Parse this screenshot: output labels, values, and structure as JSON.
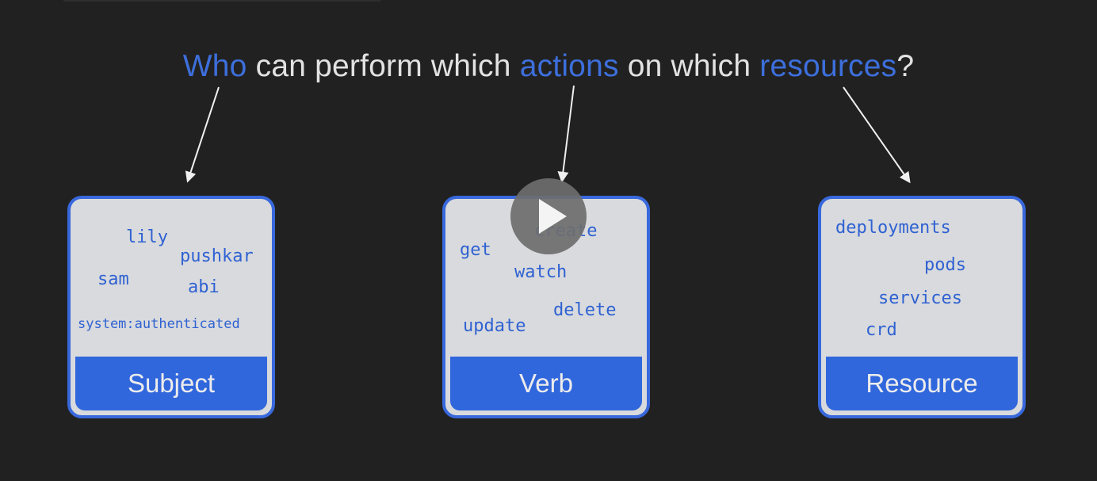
{
  "headline": {
    "parts": [
      {
        "text": "Who",
        "highlight": true
      },
      {
        "text": " can perform which ",
        "highlight": false
      },
      {
        "text": "actions",
        "highlight": true
      },
      {
        "text": " on which ",
        "highlight": false
      },
      {
        "text": "resources",
        "highlight": true
      },
      {
        "text": "?",
        "highlight": false
      }
    ]
  },
  "colors": {
    "background": "#212121",
    "text": "#e2e2e2",
    "accent": "#3d6fdc",
    "card_fill": "#d9dadd",
    "card_border": "#3868dc"
  },
  "cards": [
    {
      "title": "Subject",
      "words": [
        "lily",
        "pushkar",
        "sam",
        "abi",
        "system:authenticated"
      ]
    },
    {
      "title": "Verb",
      "words": [
        "create",
        "get",
        "watch",
        "delete",
        "update"
      ]
    },
    {
      "title": "Resource",
      "words": [
        "deployments",
        "pods",
        "services",
        "crd"
      ]
    }
  ],
  "video_overlay": {
    "icon": "play-icon"
  }
}
